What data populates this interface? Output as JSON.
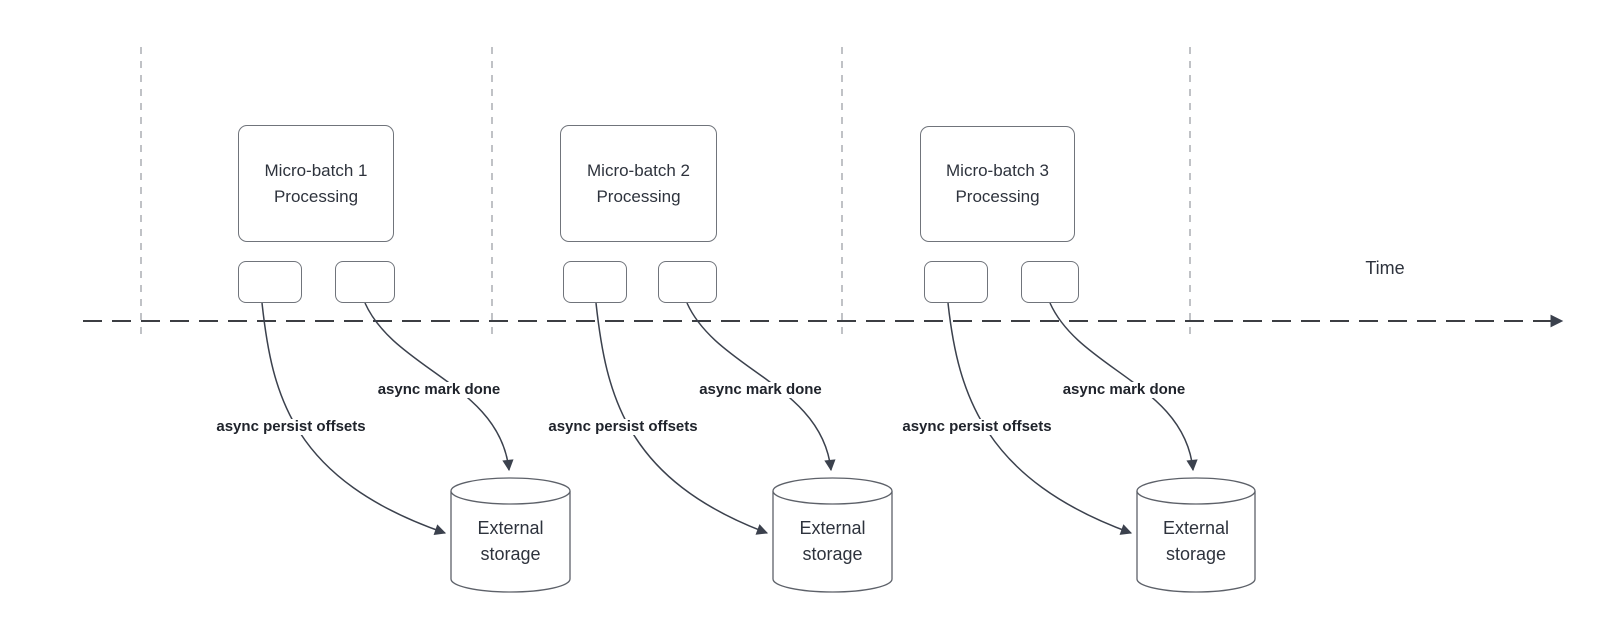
{
  "timeline": {
    "label": "Time"
  },
  "groups": [
    {
      "batch_title": "Micro-batch 1",
      "batch_subtitle": "Processing",
      "persist_arrow_label": "async persist offsets",
      "mark_done_arrow_label": "async mark done",
      "storage_title_line1": "External",
      "storage_title_line2": "storage"
    },
    {
      "batch_title": "Micro-batch 2",
      "batch_subtitle": "Processing",
      "persist_arrow_label": "async persist offsets",
      "mark_done_arrow_label": "async mark done",
      "storage_title_line1": "External",
      "storage_title_line2": "storage"
    },
    {
      "batch_title": "Micro-batch 3",
      "batch_subtitle": "Processing",
      "persist_arrow_label": "async persist offsets",
      "mark_done_arrow_label": "async mark done",
      "storage_title_line1": "External",
      "storage_title_line2": "storage"
    }
  ],
  "colors": {
    "arrow_stroke": "#3b414d",
    "shape_border": "#70747b",
    "guide_line": "#a6a8ad",
    "timeline_line": "#212329",
    "text": "#2e333d"
  }
}
